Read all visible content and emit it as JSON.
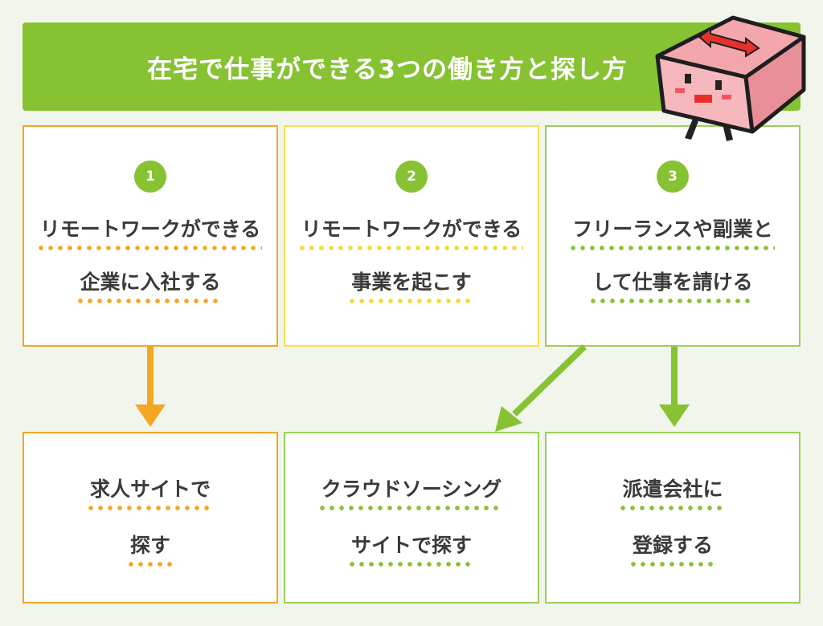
{
  "title": "在宅で仕事ができる3つの働き方と探し方",
  "ways": [
    {
      "number": "1",
      "line1": "リモートワークができる",
      "line2": "企業に入社する"
    },
    {
      "number": "2",
      "line1": "リモートワークができる",
      "line2": "事業を起こす"
    },
    {
      "number": "3",
      "line1": "フリーランスや副業と",
      "line2": "して仕事を請ける"
    }
  ],
  "methods": [
    {
      "line1": "求人サイトで",
      "line2": "探す"
    },
    {
      "line1": "クラウドソーシング",
      "line2": "サイトで探す"
    },
    {
      "line1": "派遣会社に",
      "line2": "登録する"
    }
  ],
  "colors": {
    "green": "#86c232",
    "orange": "#f5a623",
    "yellow": "#f7e04d",
    "mascot_pink": "#f4a6ad"
  }
}
